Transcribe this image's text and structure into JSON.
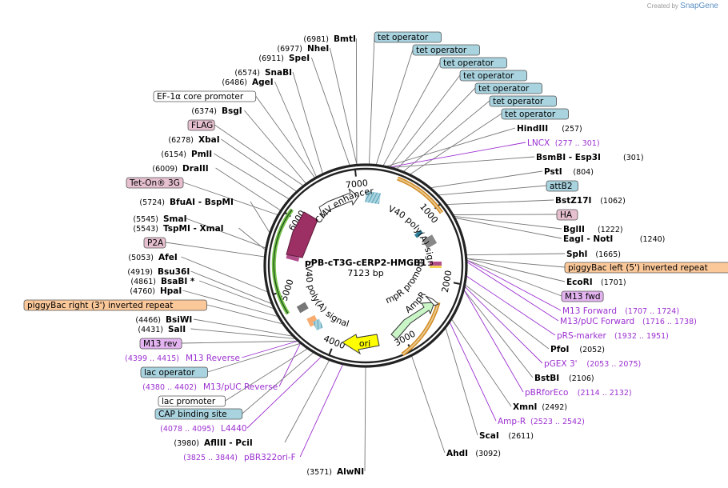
{
  "credit": {
    "prefix": "Created by",
    "brand": "SnapGene"
  },
  "plasmid": {
    "name": "pPB-cT3G-cERP2-HMGB1",
    "length": "7123 bp"
  },
  "ticks": [
    "1000",
    "2000",
    "3000",
    "4000",
    "5000",
    "6000",
    "7000"
  ],
  "colors": {
    "primer": "#9b30d0",
    "tet": "#a8d3df",
    "tag": "#e6c0cf",
    "itr": "#fbc89a",
    "plain": "#ffffff",
    "cmv": "#ffffff",
    "rtta": "#9c2f63",
    "ori": "#ffff00",
    "ampr": "#c9f5c7"
  },
  "ring_features": [
    {
      "name": "CMV enhancer",
      "color": "cmv"
    },
    {
      "name": "SV40 poly(A) signal"
    },
    {
      "name": "AmpR promoter"
    },
    {
      "name": "AmpR"
    },
    {
      "name": "ori"
    },
    {
      "name": "SV40 poly(A) signal"
    }
  ],
  "right_labels": [
    {
      "kind": "box",
      "text": "tet operator",
      "color": "tet"
    },
    {
      "kind": "box",
      "text": "tet operator",
      "color": "tet"
    },
    {
      "kind": "box",
      "text": "tet operator",
      "color": "tet"
    },
    {
      "kind": "box",
      "text": "tet operator",
      "color": "tet"
    },
    {
      "kind": "box",
      "text": "tet operator",
      "color": "tet"
    },
    {
      "kind": "box",
      "text": "tet operator",
      "color": "tet"
    },
    {
      "kind": "box",
      "text": "tet operator",
      "color": "tet"
    },
    {
      "kind": "site",
      "name": "HindIII",
      "coord": "(257)"
    },
    {
      "kind": "primer",
      "name": "LNCX",
      "coord": "(277 .. 301)"
    },
    {
      "kind": "site",
      "name": "BsmBI   - Esp3I",
      "coord": "(301)"
    },
    {
      "kind": "site",
      "name": "PstI",
      "coord": "(804)"
    },
    {
      "kind": "box",
      "text": "attB2",
      "color": "tet"
    },
    {
      "kind": "site",
      "name": "BstZ17I",
      "coord": "(1062)"
    },
    {
      "kind": "box",
      "text": "HA",
      "color": "tag"
    },
    {
      "kind": "site",
      "name": "BglII",
      "coord": "(1222)"
    },
    {
      "kind": "site",
      "name": "EagI   - NotI",
      "coord": "(1240)"
    },
    {
      "kind": "site",
      "name": "SphI",
      "coord": "(1665)"
    },
    {
      "kind": "box",
      "text": "piggyBac left (5') inverted repeat",
      "color": "itr"
    },
    {
      "kind": "site",
      "name": "EcoRI",
      "coord": "(1701)"
    },
    {
      "kind": "boxp",
      "text": "M13 fwd"
    },
    {
      "kind": "primer",
      "name": "M13 Forward",
      "coord": "(1707 .. 1724)"
    },
    {
      "kind": "primer",
      "name": "M13/pUC Forward",
      "coord": "(1716 .. 1738)"
    },
    {
      "kind": "primer",
      "name": "pRS-marker",
      "coord": "(1932 .. 1951)"
    },
    {
      "kind": "site",
      "name": "PfoI",
      "coord": "(2052)"
    },
    {
      "kind": "primer",
      "name": "pGEX 3'",
      "coord": "(2053 .. 2075)"
    },
    {
      "kind": "site",
      "name": "BstBI",
      "coord": "(2106)"
    },
    {
      "kind": "primer",
      "name": "pBRforEco",
      "coord": "(2114 .. 2132)"
    },
    {
      "kind": "site",
      "name": "XmnI",
      "coord": "(2492)"
    },
    {
      "kind": "primer",
      "name": "Amp-R",
      "coord": "(2523 .. 2542)"
    },
    {
      "kind": "site",
      "name": "ScaI",
      "coord": "(2611)"
    },
    {
      "kind": "site",
      "name": "AhdI",
      "coord": "(3092)"
    }
  ],
  "left_labels": [
    {
      "kind": "site",
      "name": "BmtI",
      "coord": "(6981)"
    },
    {
      "kind": "site",
      "name": "NheI",
      "coord": "(6977)"
    },
    {
      "kind": "site",
      "name": "SpeI",
      "coord": "(6911)"
    },
    {
      "kind": "site",
      "name": "SnaBI",
      "coord": "(6574)"
    },
    {
      "kind": "site",
      "name": "AgeI",
      "coord": "(6486)"
    },
    {
      "kind": "box",
      "text": "EF-1α core promoter",
      "color": "plain"
    },
    {
      "kind": "site",
      "name": "BsgI",
      "coord": "(6374)"
    },
    {
      "kind": "box",
      "text": "FLAG",
      "color": "tag"
    },
    {
      "kind": "site",
      "name": "XbaI",
      "coord": "(6278)"
    },
    {
      "kind": "site",
      "name": "PmlI",
      "coord": "(6154)"
    },
    {
      "kind": "site",
      "name": "DraIII",
      "coord": "(6009)"
    },
    {
      "kind": "box",
      "text": "Tet-On® 3G",
      "color": "tag"
    },
    {
      "kind": "site",
      "name": "BfuAI   - BspMI",
      "coord": "(5724)"
    },
    {
      "kind": "site",
      "name": "SmaI",
      "coord": "(5545)"
    },
    {
      "kind": "site",
      "name": "TspMI   - XmaI",
      "coord": "(5543)"
    },
    {
      "kind": "box",
      "text": "P2A",
      "color": "tag"
    },
    {
      "kind": "site",
      "name": "AfeI",
      "coord": "(5053)"
    },
    {
      "kind": "site",
      "name": "Bsu36I",
      "coord": "(4919)"
    },
    {
      "kind": "site",
      "name": "BsaBI *",
      "coord": "(4861)"
    },
    {
      "kind": "site",
      "name": "HpaI",
      "coord": "(4760)"
    },
    {
      "kind": "box",
      "text": "piggyBac right (3') inverted repeat",
      "color": "itr"
    },
    {
      "kind": "site",
      "name": "BsiWI",
      "coord": "(4466)"
    },
    {
      "kind": "site",
      "name": "SalI",
      "coord": "(4431)"
    },
    {
      "kind": "boxp",
      "text": "M13 rev"
    },
    {
      "kind": "primer",
      "name": "M13 Reverse",
      "coord": "(4399 .. 4415)"
    },
    {
      "kind": "box",
      "text": "lac operator",
      "color": "tet"
    },
    {
      "kind": "primer",
      "name": "M13/pUC Reverse",
      "coord": "(4380 .. 4402)"
    },
    {
      "kind": "box",
      "text": "lac promoter",
      "color": "plain"
    },
    {
      "kind": "box",
      "text": "CAP binding site",
      "color": "tet"
    },
    {
      "kind": "primer",
      "name": "L4440",
      "coord": "(4078 .. 4095)"
    },
    {
      "kind": "site",
      "name": "AflIII   - PciI",
      "coord": "(3980)"
    },
    {
      "kind": "primer",
      "name": "pBR322ori-F",
      "coord": "(3825 .. 3844)"
    },
    {
      "kind": "site",
      "name": "AlwNI",
      "coord": "(3571)"
    }
  ]
}
